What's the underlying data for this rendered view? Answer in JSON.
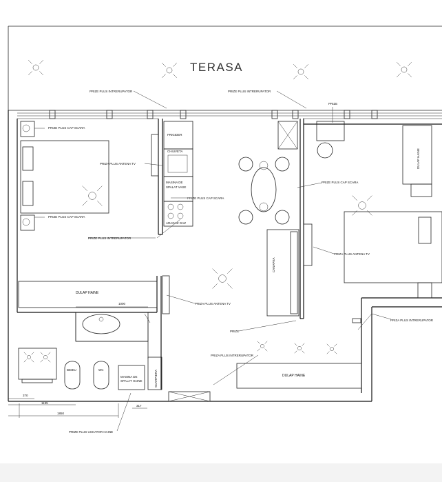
{
  "terrace": {
    "label": "TERASA"
  },
  "labels": {
    "prize_intrerupator_1": "PRIZE PLUS INTRERUPATOR",
    "prize_intrerupator_2": "PRIZE PLUS INTRERUPATOR",
    "prize_top": "PRIZE",
    "prize_cap_scara_1": "PRIZE PLUS CAP SCARA",
    "priza_antena_tv_1": "PRIZA PLUS ANTENA TV",
    "prize_cap_scara_2": "PRIZE PLUS CAP SCARA",
    "prize_cap_scara_kitchen": "PRIZE PLUS CAP SCARA",
    "prize_cap_scara_left_bottom": "PRIZE PLUS CAP SCARA",
    "prize_intrerupator_left": "PRIZE PLUS INTRERUPATOR",
    "priza_antena_tv_right": "PRIZA PLUS ANTENA TV",
    "priza_antena_tv_hall": "PRIZA PLUS ANTENA TV",
    "prize_hall": "PRIZE",
    "priza_intrerupator_hall": "PRIZA PLUS INTRERUPATOR",
    "priza_intrerupator_right": "PRIZA PLUS INTRERUPATOR",
    "prize_uscator": "PRIZE PLUS USCATOR HAINE"
  },
  "furniture": {
    "frigider": "FRIGIDER",
    "chiuveta": "CHIUVETA",
    "masina_vase_1": "MASINA DE",
    "masina_vase_2": "SPALAT VASE",
    "aragaz": "ARAGAZ GAZ",
    "canapea": "CANAPEA",
    "dulap_haine_left": "DULAP HAINE",
    "dulap_haine_right": "DULAP HAINE",
    "dulap_haine_bottom": "DULAP HAINE",
    "bideu": "BIDEU",
    "wc": "WC",
    "masina_haine_1": "MASINA DE",
    "masina_haine_2": "SPALAT HAINE",
    "scarpiera": "SCARPIERA"
  },
  "dimensions": {
    "d1000": "1000",
    "d370": "370",
    "d1195": "1195",
    "d1850": "1850",
    "d317": "317"
  }
}
